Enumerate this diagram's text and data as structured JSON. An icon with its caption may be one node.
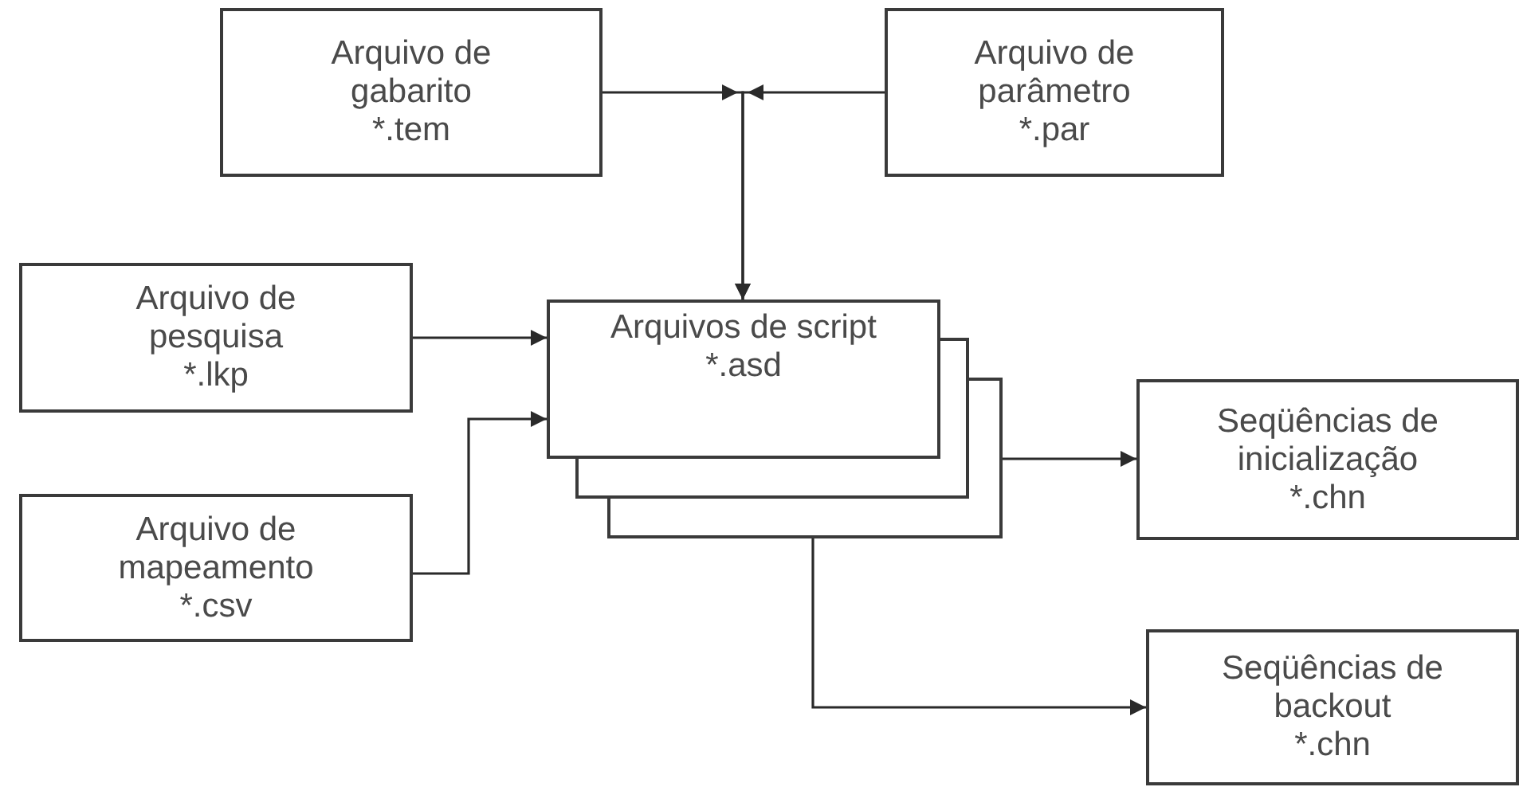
{
  "diagram": {
    "nodes": [
      {
        "text": [
          "Arquivo de gabarito",
          "*.tem"
        ]
      },
      {
        "text": [
          "Arquivo de parâmetro",
          "*.par"
        ]
      },
      {
        "text": [
          "Arquivo de pesquisa",
          "*.lkp"
        ]
      },
      {
        "text": [
          "Arquivos de script",
          "*.asd"
        ]
      },
      {
        "text": [],
        "shape": "box"
      },
      {
        "text": [],
        "shape": "box"
      },
      {
        "text": [
          "Arquivo de mapeamento",
          "*.csv"
        ]
      },
      {
        "text": [
          "Seqüências de inicialização",
          "*.chn"
        ]
      },
      {
        "text": [
          "Seqüências de backout",
          "*.chn"
        ]
      }
    ],
    "edges": [
      {
        "from": 0,
        "to": 3,
        "arrow": "to"
      },
      {
        "from": 1,
        "to": 3,
        "arrow": "to"
      },
      {
        "from": 2,
        "to": 3,
        "arrow": "to"
      },
      {
        "from": 6,
        "to": 3,
        "arrow": "to"
      },
      {
        "from": 5,
        "to": 7,
        "arrow": "to"
      },
      {
        "from": 5,
        "to": 8,
        "arrow": "to"
      }
    ]
  }
}
